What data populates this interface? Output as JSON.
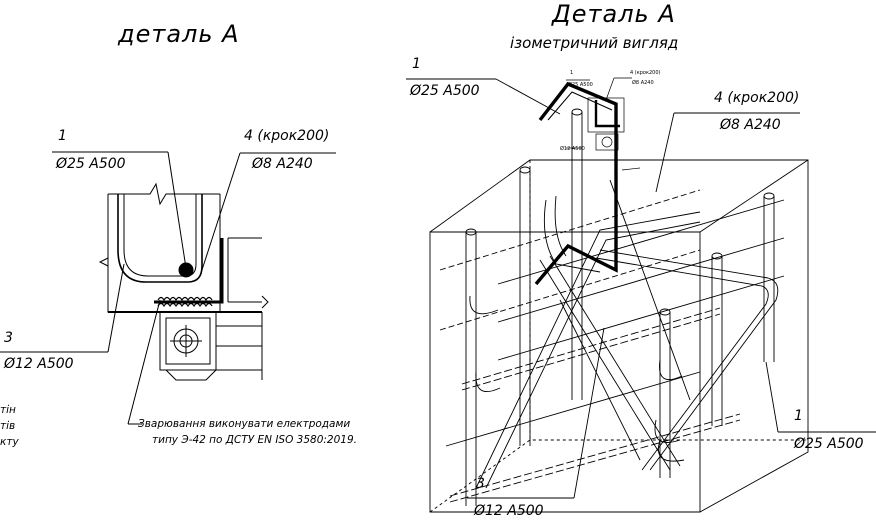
{
  "left": {
    "title": "деталь А",
    "callout1": {
      "num": "1",
      "spec": "Ø25 А500"
    },
    "callout4": {
      "num": "4 (крок200)",
      "spec": "Ø8 А240"
    },
    "callout3": {
      "num": "3",
      "spec": "Ø12 А500"
    },
    "weld_note": {
      "line1": "Зварювання виконувати електродами",
      "line2": "типу Э-42 по ДСТУ EN ISO 3580:2019."
    },
    "cut_text": [
      "тін",
      "тів",
      "кту"
    ]
  },
  "right": {
    "title": "Деталь А",
    "subtitle": "ізометричний вигляд",
    "callout1_top": {
      "num": "1",
      "spec": "Ø25 А500"
    },
    "callout4": {
      "num": "4 (крок200)",
      "spec": "Ø8 А240"
    },
    "callout1_bottom": {
      "num": "1",
      "spec": "Ø25 А500"
    },
    "callout3": {
      "num": "3",
      "spec": "Ø12 А500"
    },
    "mini": {
      "top_num": "1",
      "top_spec": "Ø25 А500",
      "right_num": "4 (крок200)",
      "right_spec": "Ø8 А240",
      "mid": "Ø12 А500"
    }
  }
}
